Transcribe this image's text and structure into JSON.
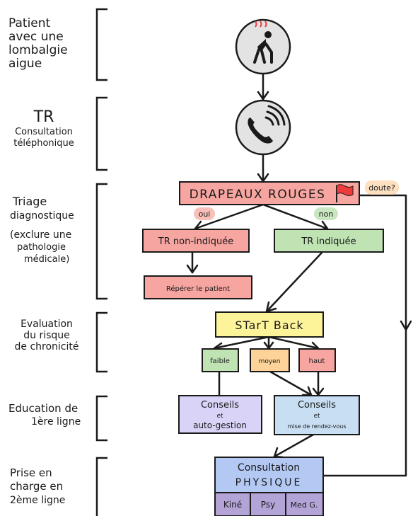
{
  "stages": [
    {
      "label_lines": [
        "Patient",
        "avec une",
        "lombalgie",
        "aigue"
      ]
    },
    {
      "label_lines": [
        "TR",
        "Consultation",
        "téléphonique"
      ]
    },
    {
      "label_lines": [
        "Triage",
        "diagnostique",
        "(exclure une",
        "pathologie",
        "médicale)"
      ]
    },
    {
      "label_lines": [
        "Evaluation",
        "du risque",
        "de chronicité"
      ]
    },
    {
      "label_lines": [
        "Education de",
        "1ère ligne"
      ]
    },
    {
      "label_lines": [
        "Prise en",
        "charge en",
        "2ème ligne"
      ]
    }
  ],
  "icons": {
    "patient": "back-pain-patient-icon",
    "phone": "phone-call-icon",
    "flag": "red-flag-icon"
  },
  "nodes": {
    "drapeaux": "DRAPEAUX ROUGES",
    "doute": "doute?",
    "oui": "oui",
    "non": "non",
    "tr_non": "TR non-indiquée",
    "tr_oui": "TR indiquée",
    "reperer": "Répérer le patient",
    "start": "STarT Back",
    "faible": "faible",
    "moyen": "moyen",
    "haut": "haut",
    "conseils_auto_1": "Conseils",
    "conseils_auto_2": "et",
    "conseils_auto_3": "auto-gestion",
    "conseils_rdv_1": "Conseils",
    "conseils_rdv_2": "et",
    "conseils_rdv_3": "mise de rendez-vous",
    "consult_1": "Consultation",
    "consult_2": "PHYSIQUE",
    "kine": "Kiné",
    "psy": "Psy",
    "medg": "Med G."
  },
  "colors": {
    "red": "#f6a5a0",
    "green": "#bfe3b3",
    "yellow": "#fdf49a",
    "orange": "#fdd39a",
    "lavender": "#d9d3f7",
    "lightblue": "#c7def3",
    "blue": "#b3c9f4",
    "purple": "#b3a3d6",
    "oui_bubble": "#f8c0b8",
    "non_bubble": "#c8e6bf",
    "doute_bubble": "#fde0c0",
    "circle": "#e3e3e3",
    "flag": "#ef3b3b"
  }
}
